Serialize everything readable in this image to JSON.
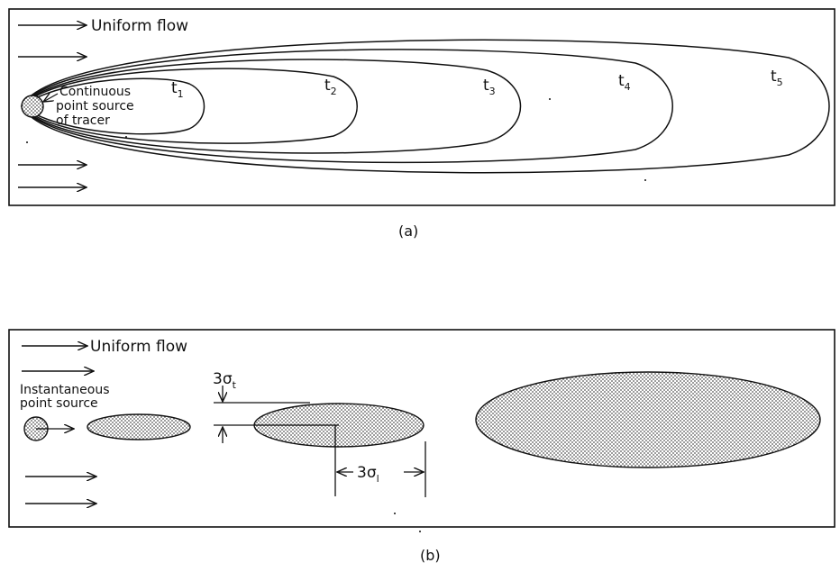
{
  "panel_a": {
    "flow_label": "Uniform flow",
    "source_label_lines": [
      "Continuous",
      "point source",
      "of tracer"
    ],
    "time_labels": [
      "t",
      "t",
      "t",
      "t",
      "t"
    ],
    "time_subscripts": [
      "1",
      "2",
      "3",
      "4",
      "5"
    ],
    "caption": "(a)"
  },
  "panel_b": {
    "flow_label": "Uniform flow",
    "source_label_lines": [
      "Instantaneous",
      "point source"
    ],
    "sigma_t_label": "3σ",
    "sigma_t_sub": "t",
    "sigma_l_label": "3σ",
    "sigma_l_sub": "l",
    "caption": "(b)"
  },
  "colors": {
    "ink": "#111111",
    "stipple": "#555555",
    "background": "#ffffff"
  }
}
